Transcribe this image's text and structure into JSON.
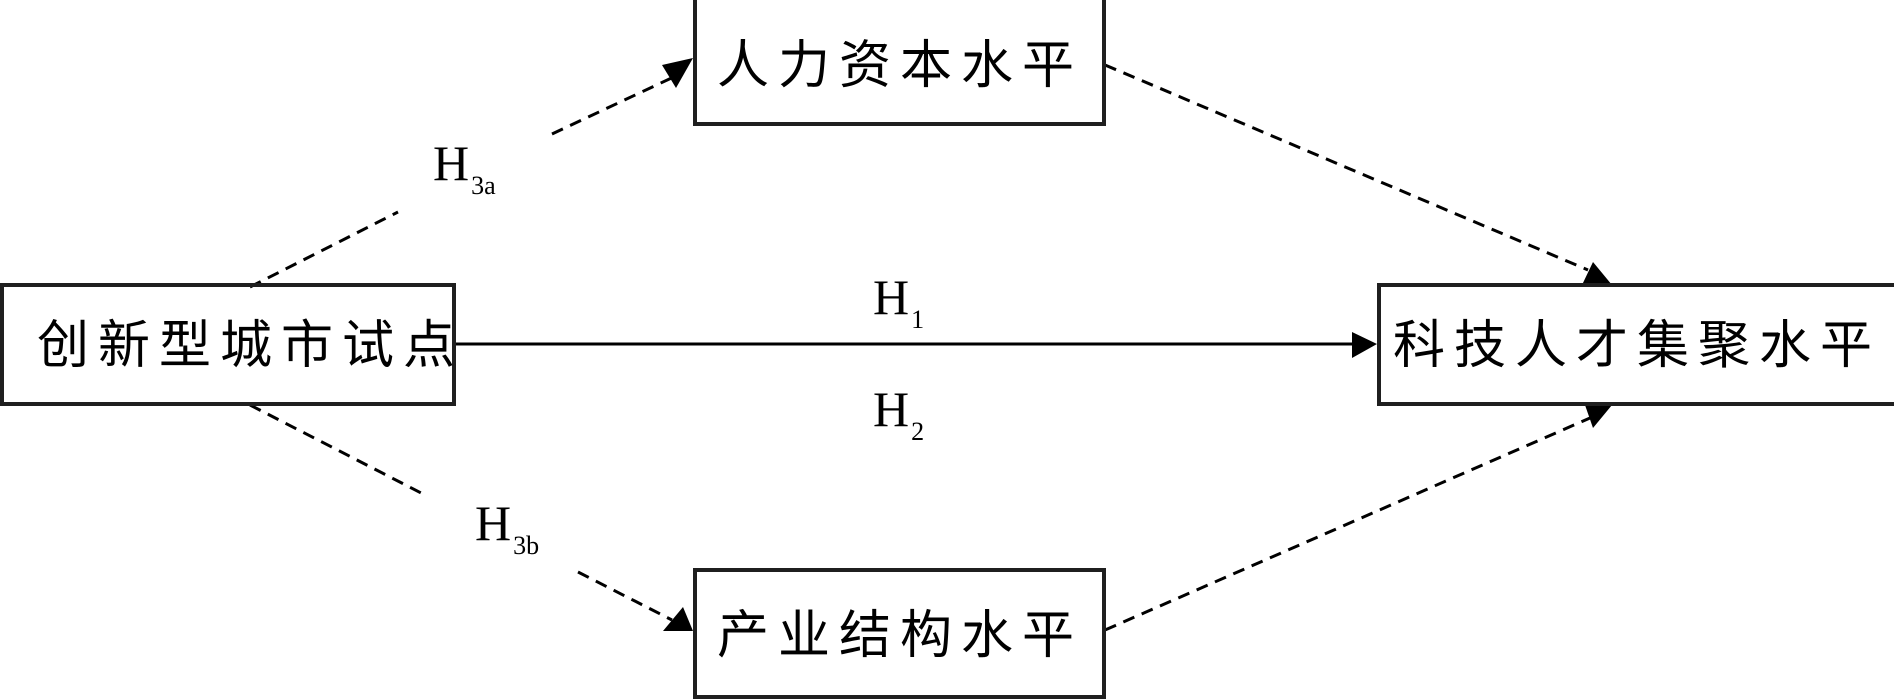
{
  "diagram": {
    "type": "research-framework",
    "nodes": {
      "source": {
        "label": "创新型城市试点"
      },
      "mediator_human_capital": {
        "label": "人力资本水平"
      },
      "mediator_industry": {
        "label": "产业结构水平"
      },
      "target": {
        "label": "科技人才集聚水平"
      }
    },
    "edges": [
      {
        "from": "source",
        "to": "target",
        "style": "solid",
        "labels": [
          "H1",
          "H2"
        ]
      },
      {
        "from": "source",
        "to": "mediator_human_capital",
        "style": "dashed",
        "label": "H3a"
      },
      {
        "from": "mediator_human_capital",
        "to": "target",
        "style": "dashed"
      },
      {
        "from": "source",
        "to": "mediator_industry",
        "style": "dashed",
        "label": "H3b"
      },
      {
        "from": "mediator_industry",
        "to": "target",
        "style": "dashed"
      }
    ],
    "hypotheses": {
      "h1": {
        "main": "H",
        "sub": "1"
      },
      "h2": {
        "main": "H",
        "sub": "2"
      },
      "h3a": {
        "main": "H",
        "sub": "3a"
      },
      "h3b": {
        "main": "H",
        "sub": "3b"
      }
    },
    "colors": {
      "line": "#000000",
      "box_border": "#1f1f1f",
      "background": "#ffffff"
    }
  }
}
